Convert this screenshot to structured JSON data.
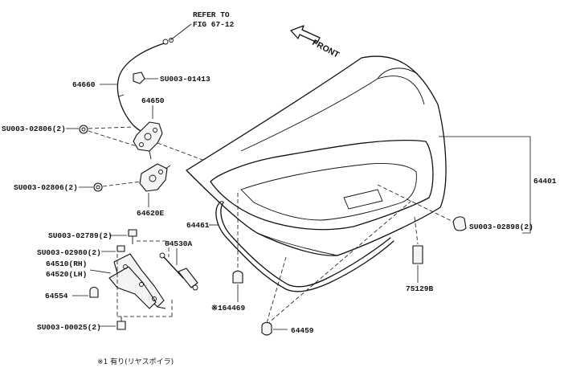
{
  "references": {
    "refer_to_line1": "REFER TO",
    "refer_to_line2": "FIG 67-12",
    "front": "FRONT"
  },
  "callouts": {
    "cable": "64660",
    "clip_01413": "SU003-01413",
    "latch": "64650",
    "bolt_latch": "SU003-02806(2)",
    "bolt_lock": "SU003-02806(2)",
    "lock": "64620E",
    "lid": "64401",
    "bumper_stop": "SU003-02898(2)",
    "weatherstrip": "64461",
    "stay": "64530A",
    "bolt_02789": "SU003-02789(2)",
    "bolt_02980": "SU003-02980(2)",
    "hinge_rh": "64510(RH)",
    "hinge_lh": "64520(LH)",
    "hinge_cap": "64554",
    "bolt_00025": "SU003-00025(2)",
    "plug_64469": "※164469",
    "cushion_64459": "64459",
    "label_plate": "75129B"
  },
  "footnote": "※1 有り(リヤスポイラ)"
}
